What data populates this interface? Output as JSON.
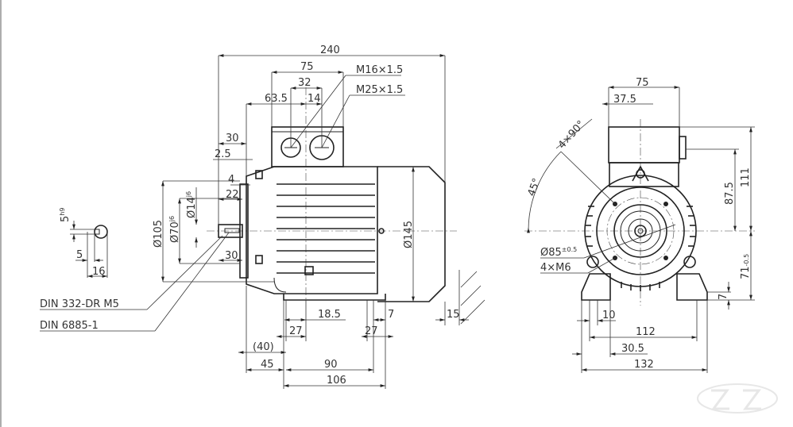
{
  "side_view": {
    "dims": {
      "overall_length": "240",
      "box_width": "75",
      "gland_spacing": "32",
      "box_offset": "63.5",
      "gland_offset": "14",
      "gland_small": "M16×1.5",
      "gland_large": "M25×1.5",
      "flange_to_box": "30",
      "spigot": "2.5",
      "flange_thk": "4",
      "shaft_len": "22",
      "shaft_ext": "30",
      "flange_dia": "Ø105",
      "spigot_dia": "Ø70",
      "spigot_tol": "j6",
      "shaft_dia": "Ø14",
      "shaft_tol": "j6",
      "housing_dia": "Ø145",
      "foot_hole": "18.5",
      "foot_right": "7",
      "foot_a": "27",
      "foot_b": "27",
      "ref_40": "(40)",
      "shaft_to_foot": "45",
      "foot_spacing": "90",
      "foot_length": "106",
      "clearance": "15"
    },
    "notes": {
      "center_hole": "DIN 332-DR M5",
      "key": "DIN 6885-1"
    }
  },
  "key_detail": {
    "key_width": "5",
    "key_tol": "h9",
    "key_height": "5",
    "shaft_height": "16"
  },
  "end_view": {
    "dims": {
      "box_width": "75",
      "box_half": "37.5",
      "box_height": "111",
      "gland_height": "87.5",
      "shaft_height": "71",
      "shaft_height_tol": "-0.5",
      "foot_thk": "7",
      "foot_slot": "10",
      "foot_hole_spacing": "112",
      "foot_edge": "30.5",
      "foot_width": "132",
      "angle": "45°",
      "bolt_pattern": "4×90°",
      "pcd": "Ø85",
      "pcd_tol": "±0.5",
      "threads": "4×M6"
    }
  },
  "watermark": "ZZ"
}
